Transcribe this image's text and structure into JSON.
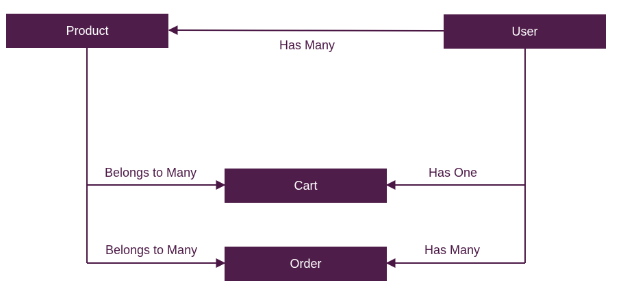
{
  "entities": {
    "product": "Product",
    "user": "User",
    "cart": "Cart",
    "order": "Order"
  },
  "relationships": {
    "user_product": "Has Many",
    "product_cart": "Belongs to Many",
    "user_cart": "Has One",
    "product_order": "Belongs to Many",
    "user_order": "Has Many"
  },
  "colors": {
    "box_fill": "#4f1d4a",
    "box_text": "#ffffff",
    "line": "#4a1744",
    "label_text": "#4a1744"
  }
}
